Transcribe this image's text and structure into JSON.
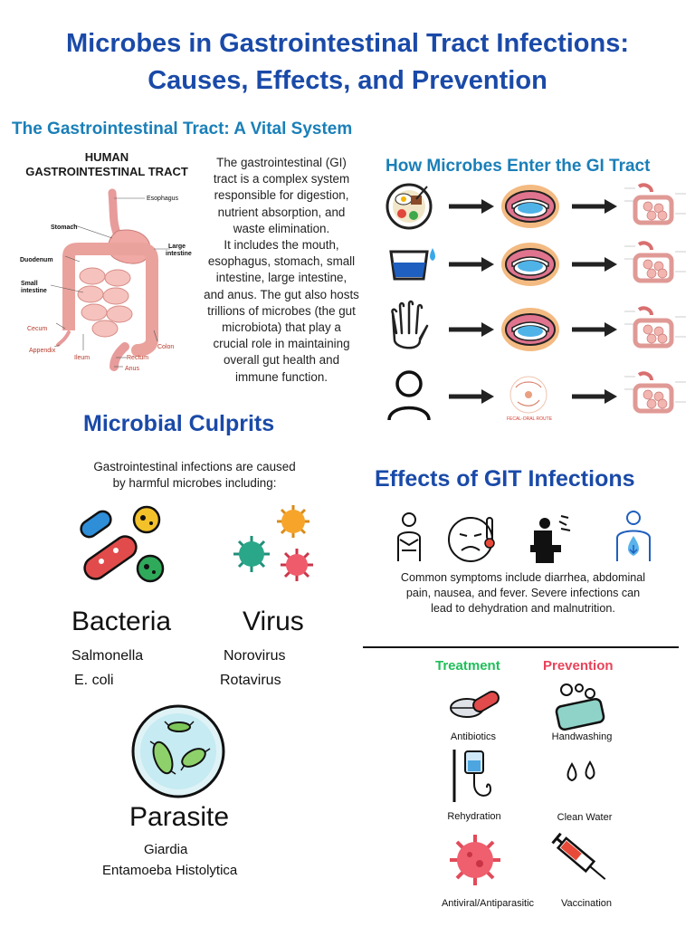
{
  "title": {
    "line1": "Microbes in Gastrointestinal Tract Infections:",
    "line2": "Causes, Effects, and Prevention"
  },
  "gi_section": {
    "heading": "The Gastrointestinal Tract: A Vital System",
    "diagram_title_1": "HUMAN",
    "diagram_title_2": "GASTROINTESTINAL TRACT",
    "labels": {
      "esophagus": "Esophagus",
      "stomach": "Stomach",
      "large_intestine_1": "Large",
      "large_intestine_2": "intestine",
      "duodenum": "Duodenum",
      "small_intestine_1": "Small",
      "small_intestine_2": "intestine",
      "cecum": "Cecum",
      "appendix": "Appendix",
      "ileum": "Ileum",
      "colon": "Colon",
      "rectum": "Rectum",
      "anus": "Anus"
    },
    "description": [
      "The gastrointestinal (GI)",
      "tract is a complex system",
      "responsible for digestion,",
      "nutrient absorption, and",
      "waste elimination.",
      "It includes the mouth,",
      "esophagus, stomach, small",
      "intestine, large intestine,",
      "and anus. The gut also hosts",
      "trillions of microbes (the gut",
      "microbiota) that play a",
      "crucial role in maintaining",
      "overall gut health and",
      "immune function."
    ]
  },
  "entry": {
    "heading": "How Microbes Enter the GI Tract",
    "rows": [
      {
        "source": "food-plate-icon",
        "via": "mouth-icon"
      },
      {
        "source": "water-glass-icon",
        "via": "mouth-icon"
      },
      {
        "source": "hand-icon",
        "via": "mouth-icon"
      },
      {
        "source": "person-icon",
        "via": "fecal-oral-diagram"
      }
    ],
    "fecal_oral_label": "FECAL-ORAL ROUTE"
  },
  "culprits": {
    "heading": "Microbial Culprits",
    "intro_1": "Gastrointestinal infections are caused",
    "intro_2": "by harmful microbes including:",
    "bacteria": {
      "name": "Bacteria",
      "examples": [
        "Salmonella",
        "E. coli"
      ]
    },
    "virus": {
      "name": "Virus",
      "examples": [
        "Norovirus",
        "Rotavirus"
      ]
    },
    "parasite": {
      "name": "Parasite",
      "examples": [
        "Giardia",
        "Entamoeba Histolytica"
      ]
    }
  },
  "effects": {
    "heading": "Effects of GIT Infections",
    "icons": [
      "abdominal-pain-icon",
      "fever-icon",
      "diarrhea-icon",
      "dehydration-icon"
    ],
    "text": [
      "Common symptoms include diarrhea, abdominal",
      "pain, nausea, and fever. Severe infections can",
      "lead to dehydration and malnutrition."
    ]
  },
  "treatment": {
    "heading": "Treatment",
    "color": "#1fbf5a",
    "items": [
      "Antibiotics",
      "Rehydration",
      "Antiviral/Antiparasitic"
    ]
  },
  "prevention": {
    "heading": "Prevention",
    "color": "#e8435a",
    "items": [
      "Handwashing",
      "Clean Water",
      "Vaccination"
    ]
  },
  "colors": {
    "title": "#1a4aa8",
    "section": "#1a7fb8",
    "arrow": "#e8a11e"
  }
}
